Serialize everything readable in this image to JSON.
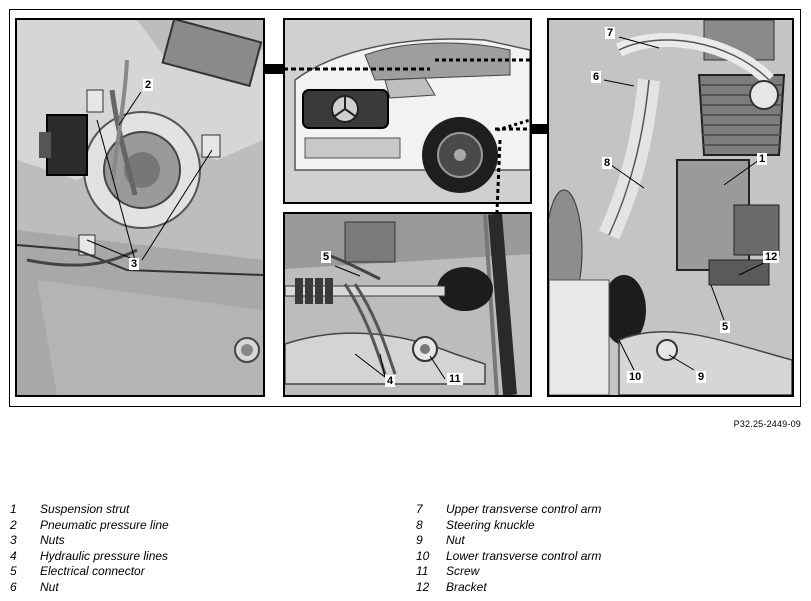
{
  "figure": {
    "code": "P32.25-2449-09"
  },
  "callouts": {
    "left_panel": [
      "2",
      "3"
    ],
    "bottom_middle_panel": [
      "5",
      "4",
      "11"
    ],
    "right_panel": [
      "7",
      "6",
      "8",
      "1",
      "12",
      "5",
      "9",
      "10"
    ]
  },
  "legend": {
    "left": [
      {
        "num": "1",
        "label": "Suspension strut"
      },
      {
        "num": "2",
        "label": "Pneumatic pressure line"
      },
      {
        "num": "3",
        "label": "Nuts"
      },
      {
        "num": "4",
        "label": "Hydraulic pressure lines"
      },
      {
        "num": "5",
        "label": "Electrical connector"
      },
      {
        "num": "6",
        "label": "Nut"
      }
    ],
    "right": [
      {
        "num": "7",
        "label": "Upper transverse control arm"
      },
      {
        "num": "8",
        "label": "Steering knuckle"
      },
      {
        "num": "9",
        "label": "Nut"
      },
      {
        "num": "10",
        "label": "Lower transverse control arm"
      },
      {
        "num": "11",
        "label": "Screw"
      },
      {
        "num": "12",
        "label": "Bracket"
      }
    ]
  }
}
